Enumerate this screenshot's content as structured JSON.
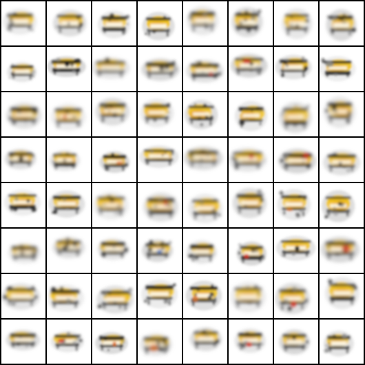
{
  "grid": {
    "rows": 8,
    "cols": 8,
    "background_color": "#000000",
    "tile_background": "#ffffff"
  },
  "palette": {
    "yellow": "#f2c21f",
    "gold": "#e8a81a",
    "black": "#1a1a1a",
    "gray": "#8a8a8a",
    "red": "#d42a1a",
    "orange": "#e06a1a",
    "blue": "#3a6ec8"
  },
  "tiles": [
    {
      "accent": "yellow"
    },
    {
      "accent": "yellow"
    },
    {
      "accent": "yellow"
    },
    {
      "accent": "yellow"
    },
    {
      "accent": "yellow"
    },
    {
      "accent": "yellow"
    },
    {
      "accent": "yellow"
    },
    {
      "accent": "yellow"
    },
    {
      "accent": "yellow"
    },
    {
      "accent": "black"
    },
    {
      "accent": "yellow"
    },
    {
      "accent": "yellow"
    },
    {
      "accent": "red"
    },
    {
      "accent": "red"
    },
    {
      "accent": "black"
    },
    {
      "accent": "gray"
    },
    {
      "accent": "yellow"
    },
    {
      "accent": "red"
    },
    {
      "accent": "yellow"
    },
    {
      "accent": "yellow"
    },
    {
      "accent": "yellow"
    },
    {
      "accent": "yellow"
    },
    {
      "accent": "yellow"
    },
    {
      "accent": "black"
    },
    {
      "accent": "yellow"
    },
    {
      "accent": "yellow"
    },
    {
      "accent": "orange"
    },
    {
      "accent": "yellow"
    },
    {
      "accent": "black"
    },
    {
      "accent": "red"
    },
    {
      "accent": "red"
    },
    {
      "accent": "yellow"
    },
    {
      "accent": "yellow"
    },
    {
      "accent": "yellow"
    },
    {
      "accent": "yellow"
    },
    {
      "accent": "red"
    },
    {
      "accent": "yellow"
    },
    {
      "accent": "yellow"
    },
    {
      "accent": "orange"
    },
    {
      "accent": "yellow"
    },
    {
      "accent": "yellow"
    },
    {
      "accent": "black"
    },
    {
      "accent": "yellow"
    },
    {
      "accent": "blue"
    },
    {
      "accent": "yellow"
    },
    {
      "accent": "red"
    },
    {
      "accent": "yellow"
    },
    {
      "accent": "red"
    },
    {
      "accent": "yellow"
    },
    {
      "accent": "yellow"
    },
    {
      "accent": "yellow"
    },
    {
      "accent": "yellow"
    },
    {
      "accent": "orange"
    },
    {
      "accent": "yellow"
    },
    {
      "accent": "red"
    },
    {
      "accent": "yellow"
    },
    {
      "accent": "yellow"
    },
    {
      "accent": "red"
    },
    {
      "accent": "orange"
    },
    {
      "accent": "orange"
    },
    {
      "accent": "yellow"
    },
    {
      "accent": "red"
    },
    {
      "accent": "yellow"
    },
    {
      "accent": "yellow"
    }
  ]
}
